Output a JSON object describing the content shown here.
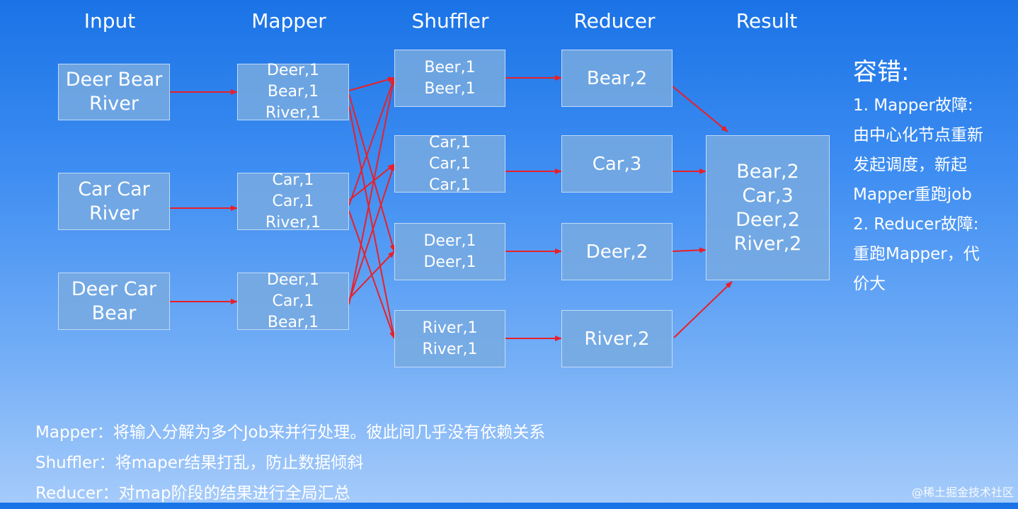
{
  "columns": {
    "input": "Input",
    "mapper": "Mapper",
    "shuffler": "Shuffler",
    "reducer": "Reducer",
    "result": "Result"
  },
  "inputs": [
    [
      "Deer Bear",
      "River"
    ],
    [
      "Car Car",
      "River"
    ],
    [
      "Deer Car",
      "Bear"
    ]
  ],
  "mappers": [
    [
      "Deer,1",
      "Bear,1",
      "River,1"
    ],
    [
      "Car,1",
      "Car,1",
      "River,1"
    ],
    [
      "Deer,1",
      "Car,1",
      "Bear,1"
    ]
  ],
  "shufflers": [
    [
      "Beer,1",
      "Beer,1"
    ],
    [
      "Car,1",
      "Car,1",
      "Car,1"
    ],
    [
      "Deer,1",
      "Deer,1"
    ],
    [
      "River,1",
      "River,1"
    ]
  ],
  "reducers": [
    "Bear,2",
    "Car,3",
    "Deer,2",
    "River,2"
  ],
  "result": [
    "Bear,2",
    "Car,3",
    "Deer,2",
    "River,2"
  ],
  "fault_tolerance": {
    "title": "容错:",
    "lines": [
      "1. Mapper故障:",
      "由中心化节点重新",
      "发起调度，新起",
      "Mapper重跑job",
      "2. Reducer故障:",
      "重跑Mapper，代",
      "价大"
    ]
  },
  "notes": [
    "Mapper：将输入分解为多个Job来并行处理。彼此间几乎没有依赖关系",
    "Shuffler：将maper结果打乱，防止数据倾斜",
    "Reducer：对map阶段的结果进行全局汇总"
  ],
  "watermark": "@稀土掘金技术社区",
  "colors": {
    "arrow": "#e8202a",
    "box_fill": "#78aae1",
    "box_border": "#dcebff"
  }
}
